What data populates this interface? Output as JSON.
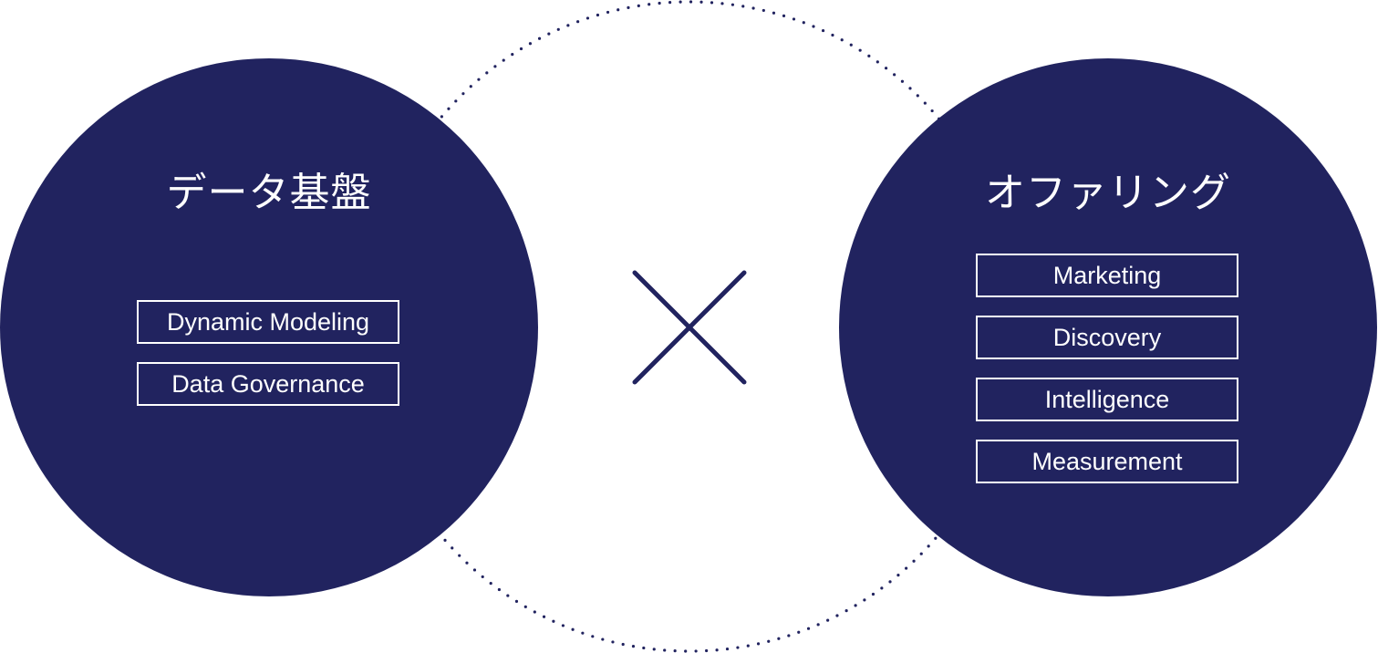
{
  "left_group": {
    "title": "データ基盤",
    "items": [
      "Dynamic Modeling",
      "Data Governance"
    ]
  },
  "right_group": {
    "title": "オファリング",
    "items": [
      "Marketing",
      "Discovery",
      "Intelligence",
      "Measurement"
    ]
  },
  "connector": {
    "symbol": "times-icon"
  },
  "colors": {
    "circle_fill": "#21235f",
    "text": "#ffffff",
    "background": "#ffffff"
  }
}
